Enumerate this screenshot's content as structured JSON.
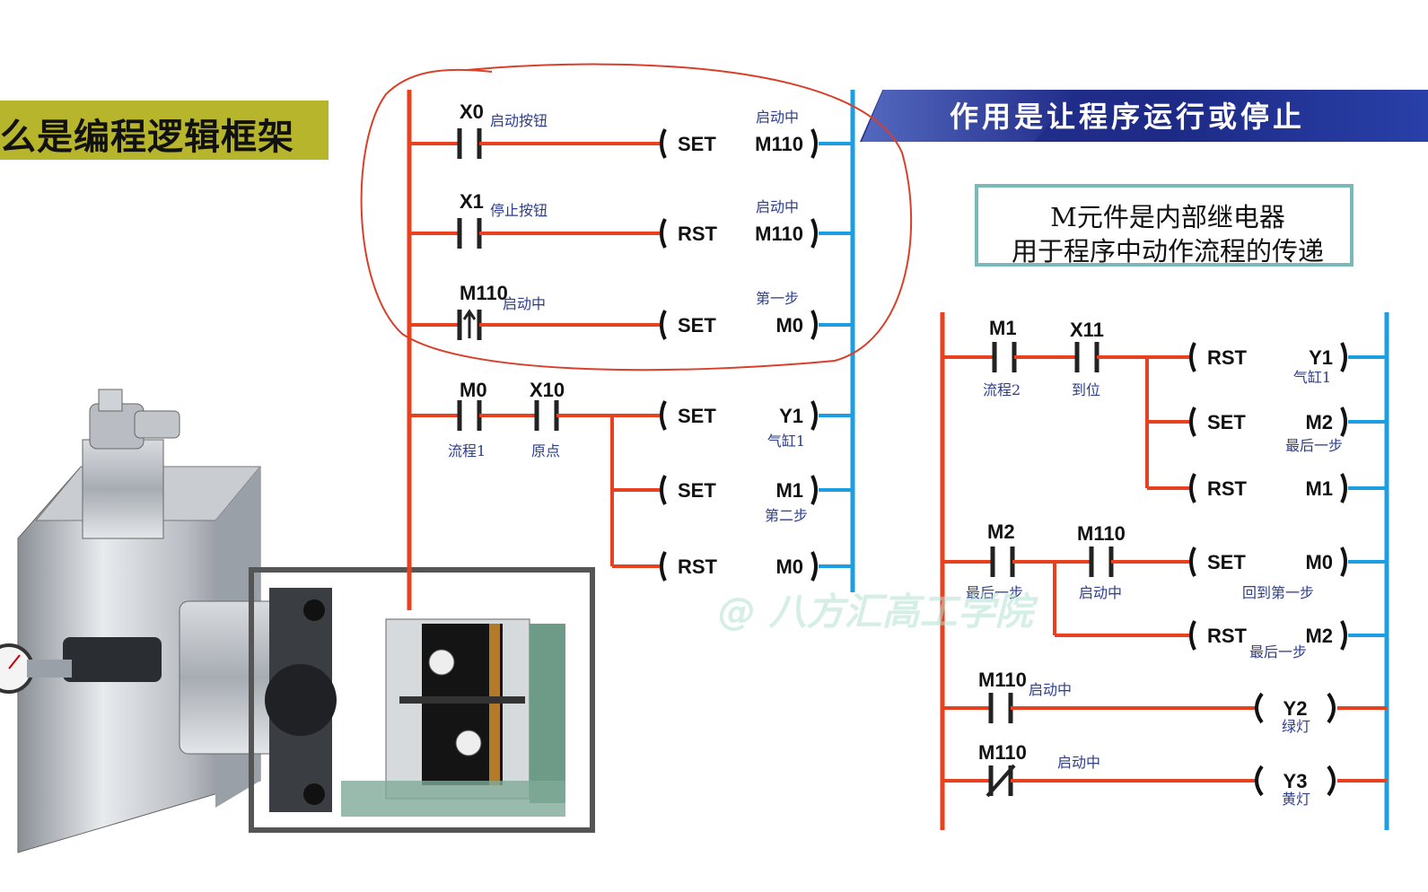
{
  "title": "么是编程逻辑框架",
  "banner": "作用是让程序运行或停止",
  "note": {
    "line1": "M元件是内部继电器",
    "line2": "用于程序中动作流程的传递"
  },
  "watermark": "@ 八方汇高工学院",
  "colors": {
    "power_rail": "#e8411f",
    "neutral_rail": "#1c9ee0",
    "title_bg": "#b7b52c",
    "banner_bg": "#1d2a86",
    "note_border": "#7bb8b8",
    "circle": "#d9402a"
  },
  "ladder_left": {
    "rungs": [
      {
        "contacts": [
          {
            "id": "X0",
            "label": "启动按钮",
            "type": "NO"
          }
        ],
        "coil": {
          "op": "SET",
          "dev": "M110",
          "label": "启动中"
        }
      },
      {
        "contacts": [
          {
            "id": "X1",
            "label": "停止按钮",
            "type": "NO"
          }
        ],
        "coil": {
          "op": "RST",
          "dev": "M110",
          "label": "启动中"
        }
      },
      {
        "contacts": [
          {
            "id": "M110",
            "label": "启动中",
            "type": "rising"
          }
        ],
        "coil": {
          "op": "SET",
          "dev": "M0",
          "label": "第一步"
        }
      },
      {
        "contacts": [
          {
            "id": "M0",
            "label": "流程1",
            "type": "NO"
          },
          {
            "id": "X10",
            "label": "原点",
            "type": "NO"
          }
        ],
        "coils": [
          {
            "op": "SET",
            "dev": "Y1",
            "label": "气缸1"
          },
          {
            "op": "SET",
            "dev": "M1",
            "label": "第二步"
          },
          {
            "op": "RST",
            "dev": "M0",
            "label": ""
          }
        ]
      }
    ]
  },
  "ladder_right": {
    "rungs": [
      {
        "contacts": [
          {
            "id": "M1",
            "label": "流程2",
            "type": "NO"
          },
          {
            "id": "X11",
            "label": "到位",
            "type": "NO"
          }
        ],
        "coils": [
          {
            "op": "RST",
            "dev": "Y1",
            "label": "气缸1"
          },
          {
            "op": "SET",
            "dev": "M2",
            "label": "最后一步"
          },
          {
            "op": "RST",
            "dev": "M1",
            "label": ""
          }
        ]
      },
      {
        "contacts": [
          {
            "id": "M2",
            "label": "最后一步",
            "type": "NO"
          },
          {
            "id": "M110",
            "label": "启动中",
            "type": "NO"
          }
        ],
        "coils": [
          {
            "op": "SET",
            "dev": "M0",
            "label": "回到第一步"
          },
          {
            "op": "RST",
            "dev": "M2",
            "label": "最后一步"
          }
        ]
      },
      {
        "contacts": [
          {
            "id": "M110",
            "label": "启动中",
            "type": "NO"
          }
        ],
        "coil": {
          "op": "OUT",
          "dev": "Y2",
          "label": "绿灯"
        }
      },
      {
        "contacts": [
          {
            "id": "M110",
            "label": "启动中",
            "type": "NC"
          }
        ],
        "coil": {
          "op": "OUT",
          "dev": "Y3",
          "label": "黄灯"
        }
      }
    ]
  }
}
